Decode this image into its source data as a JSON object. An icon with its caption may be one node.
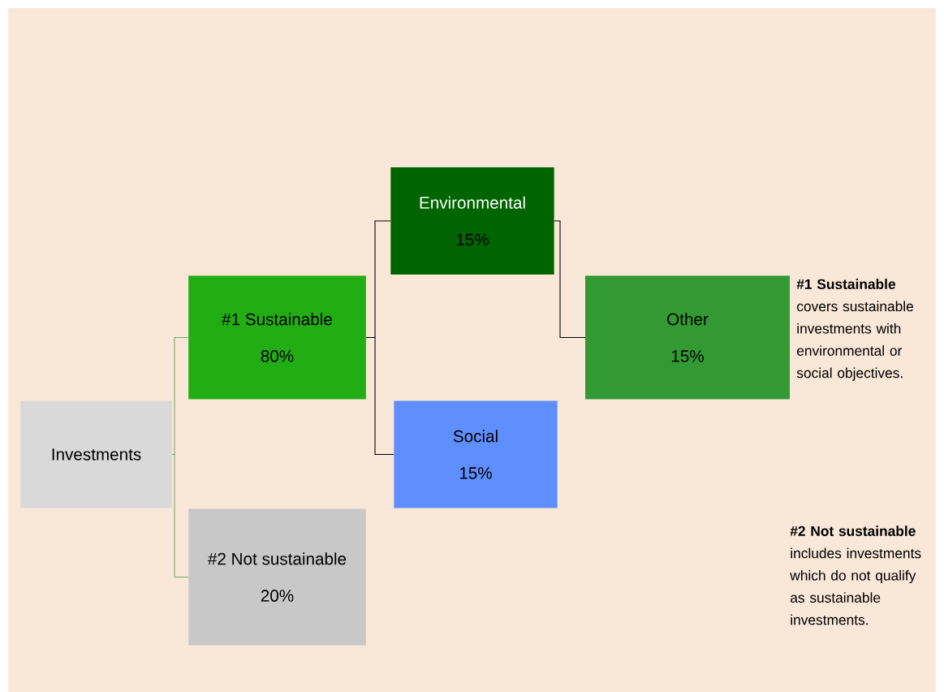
{
  "diagram": {
    "nodes": [
      {
        "text": [
          "Investments"
        ]
      },
      {
        "text": [
          "#1 Sustainable",
          "80%"
        ]
      },
      {
        "text": [
          "Environmental",
          "15%"
        ]
      },
      {
        "text": [
          "Social",
          "15%"
        ]
      },
      {
        "text": [
          "Other",
          "15%"
        ]
      },
      {
        "text": [
          "#2 Not sustainable",
          "20%"
        ]
      }
    ],
    "edges": [
      {
        "from": 0,
        "to": 1,
        "arrow": "none",
        "color": "#7aa86e"
      },
      {
        "from": 0,
        "to": 5,
        "arrow": "none",
        "color": "#7aa86e"
      },
      {
        "from": 1,
        "to": 2,
        "arrow": "none"
      },
      {
        "from": 1,
        "to": 3,
        "arrow": "none"
      },
      {
        "from": 2,
        "to": 4,
        "arrow": "none"
      }
    ],
    "labels": [
      "**#1 Sustainable** covers sustainable investments with environmental or social objectives.",
      "**#2 Not sustainable** includes investments which do not qualify as sustainable investments."
    ]
  }
}
